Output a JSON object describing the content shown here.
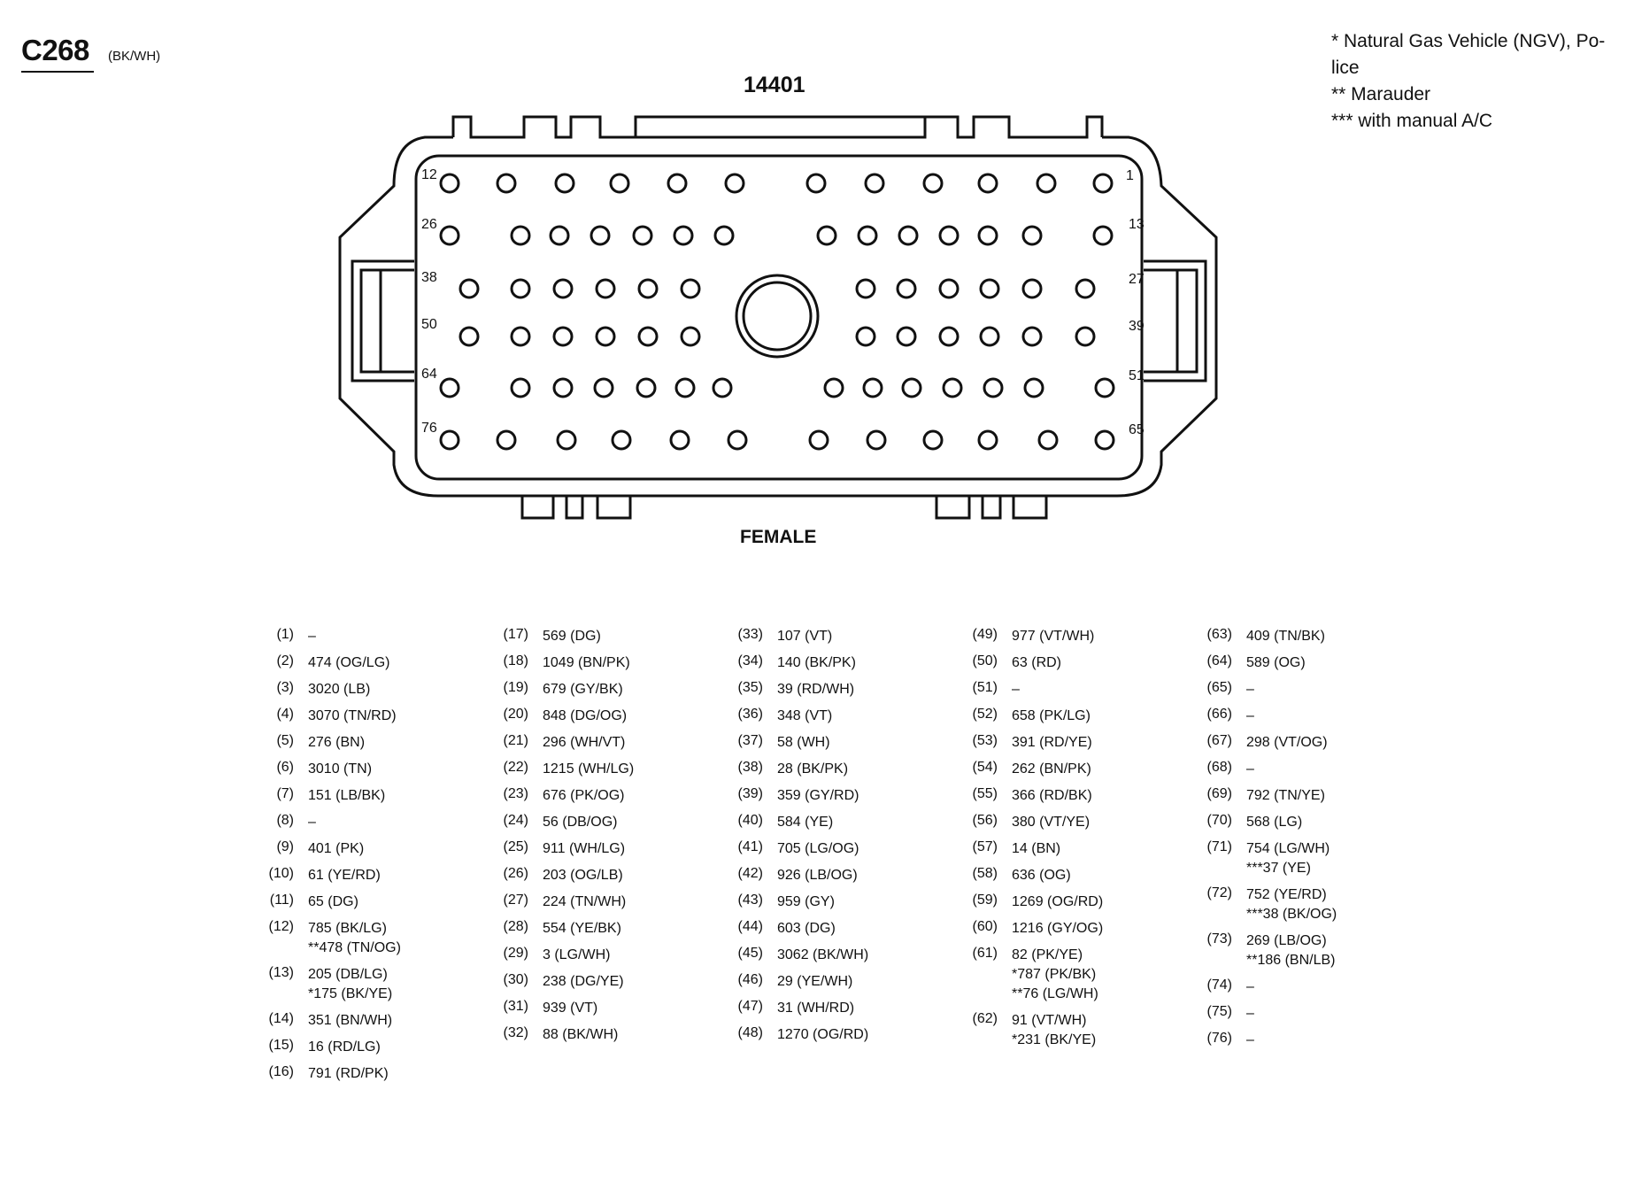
{
  "connector": {
    "id": "C268",
    "color": "(BK/WH)",
    "part_number": "14401",
    "gender": "FEMALE"
  },
  "legend": [
    "* Natural Gas Vehicle (NGV), Po-\nlice",
    "** Marauder",
    "*** with manual A/C"
  ],
  "face_labels": [
    "12",
    "1",
    "26",
    "13",
    "38",
    "27",
    "50",
    "39",
    "64",
    "51",
    "76",
    "65"
  ],
  "pins": [
    {
      "num": "(1)",
      "lines": [
        "–"
      ]
    },
    {
      "num": "(2)",
      "lines": [
        "474 (OG/LG)"
      ]
    },
    {
      "num": "(3)",
      "lines": [
        "3020 (LB)"
      ]
    },
    {
      "num": "(4)",
      "lines": [
        "3070 (TN/RD)"
      ]
    },
    {
      "num": "(5)",
      "lines": [
        "276 (BN)"
      ]
    },
    {
      "num": "(6)",
      "lines": [
        "3010 (TN)"
      ]
    },
    {
      "num": "(7)",
      "lines": [
        "151 (LB/BK)"
      ]
    },
    {
      "num": "(8)",
      "lines": [
        "–"
      ]
    },
    {
      "num": "(9)",
      "lines": [
        "401 (PK)"
      ]
    },
    {
      "num": "(10)",
      "lines": [
        "61 (YE/RD)"
      ]
    },
    {
      "num": "(11)",
      "lines": [
        "65 (DG)"
      ]
    },
    {
      "num": "(12)",
      "lines": [
        "785 (BK/LG)",
        "**478 (TN/OG)"
      ]
    },
    {
      "num": "(13)",
      "lines": [
        "205 (DB/LG)",
        "*175 (BK/YE)"
      ]
    },
    {
      "num": "(14)",
      "lines": [
        "351 (BN/WH)"
      ]
    },
    {
      "num": "(15)",
      "lines": [
        "16 (RD/LG)"
      ]
    },
    {
      "num": "(16)",
      "lines": [
        "791 (RD/PK)"
      ]
    },
    {
      "num": "(17)",
      "lines": [
        "569 (DG)"
      ]
    },
    {
      "num": "(18)",
      "lines": [
        "1049 (BN/PK)"
      ]
    },
    {
      "num": "(19)",
      "lines": [
        "679 (GY/BK)"
      ]
    },
    {
      "num": "(20)",
      "lines": [
        "848 (DG/OG)"
      ]
    },
    {
      "num": "(21)",
      "lines": [
        "296 (WH/VT)"
      ]
    },
    {
      "num": "(22)",
      "lines": [
        "1215 (WH/LG)"
      ]
    },
    {
      "num": "(23)",
      "lines": [
        "676 (PK/OG)"
      ]
    },
    {
      "num": "(24)",
      "lines": [
        "56 (DB/OG)"
      ]
    },
    {
      "num": "(25)",
      "lines": [
        "911 (WH/LG)"
      ]
    },
    {
      "num": "(26)",
      "lines": [
        "203 (OG/LB)"
      ]
    },
    {
      "num": "(27)",
      "lines": [
        "224 (TN/WH)"
      ]
    },
    {
      "num": "(28)",
      "lines": [
        "554 (YE/BK)"
      ]
    },
    {
      "num": "(29)",
      "lines": [
        "3 (LG/WH)"
      ]
    },
    {
      "num": "(30)",
      "lines": [
        "238 (DG/YE)"
      ]
    },
    {
      "num": "(31)",
      "lines": [
        "939 (VT)"
      ]
    },
    {
      "num": "(32)",
      "lines": [
        "88 (BK/WH)"
      ]
    },
    {
      "num": "(33)",
      "lines": [
        "107 (VT)"
      ]
    },
    {
      "num": "(34)",
      "lines": [
        "140 (BK/PK)"
      ]
    },
    {
      "num": "(35)",
      "lines": [
        "39 (RD/WH)"
      ]
    },
    {
      "num": "(36)",
      "lines": [
        "348 (VT)"
      ]
    },
    {
      "num": "(37)",
      "lines": [
        "58 (WH)"
      ]
    },
    {
      "num": "(38)",
      "lines": [
        "28 (BK/PK)"
      ]
    },
    {
      "num": "(39)",
      "lines": [
        "359 (GY/RD)"
      ]
    },
    {
      "num": "(40)",
      "lines": [
        "584 (YE)"
      ]
    },
    {
      "num": "(41)",
      "lines": [
        "705 (LG/OG)"
      ]
    },
    {
      "num": "(42)",
      "lines": [
        "926 (LB/OG)"
      ]
    },
    {
      "num": "(43)",
      "lines": [
        "959 (GY)"
      ]
    },
    {
      "num": "(44)",
      "lines": [
        "603 (DG)"
      ]
    },
    {
      "num": "(45)",
      "lines": [
        "3062 (BK/WH)"
      ]
    },
    {
      "num": "(46)",
      "lines": [
        "29 (YE/WH)"
      ]
    },
    {
      "num": "(47)",
      "lines": [
        "31 (WH/RD)"
      ]
    },
    {
      "num": "(48)",
      "lines": [
        "1270 (OG/RD)"
      ]
    },
    {
      "num": "(49)",
      "lines": [
        "977 (VT/WH)"
      ]
    },
    {
      "num": "(50)",
      "lines": [
        "63 (RD)"
      ]
    },
    {
      "num": "(51)",
      "lines": [
        "–"
      ]
    },
    {
      "num": "(52)",
      "lines": [
        "658 (PK/LG)"
      ]
    },
    {
      "num": "(53)",
      "lines": [
        "391 (RD/YE)"
      ]
    },
    {
      "num": "(54)",
      "lines": [
        "262 (BN/PK)"
      ]
    },
    {
      "num": "(55)",
      "lines": [
        "366 (RD/BK)"
      ]
    },
    {
      "num": "(56)",
      "lines": [
        "380 (VT/YE)"
      ]
    },
    {
      "num": "(57)",
      "lines": [
        "14 (BN)"
      ]
    },
    {
      "num": "(58)",
      "lines": [
        "636 (OG)"
      ]
    },
    {
      "num": "(59)",
      "lines": [
        "1269 (OG/RD)"
      ]
    },
    {
      "num": "(60)",
      "lines": [
        "1216 (GY/OG)"
      ]
    },
    {
      "num": "(61)",
      "lines": [
        "82 (PK/YE)",
        "*787 (PK/BK)",
        "**76 (LG/WH)"
      ]
    },
    {
      "num": "(62)",
      "lines": [
        "91 (VT/WH)",
        "*231 (BK/YE)"
      ]
    },
    {
      "num": "(63)",
      "lines": [
        "409 (TN/BK)"
      ]
    },
    {
      "num": "(64)",
      "lines": [
        "589 (OG)"
      ]
    },
    {
      "num": "(65)",
      "lines": [
        "–"
      ]
    },
    {
      "num": "(66)",
      "lines": [
        "–"
      ]
    },
    {
      "num": "(67)",
      "lines": [
        "298 (VT/OG)"
      ]
    },
    {
      "num": "(68)",
      "lines": [
        "–"
      ]
    },
    {
      "num": "(69)",
      "lines": [
        "792 (TN/YE)"
      ]
    },
    {
      "num": "(70)",
      "lines": [
        "568 (LG)"
      ]
    },
    {
      "num": "(71)",
      "lines": [
        "754 (LG/WH)",
        "***37 (YE)"
      ]
    },
    {
      "num": "(72)",
      "lines": [
        "752 (YE/RD)",
        "***38 (BK/OG)"
      ]
    },
    {
      "num": "(73)",
      "lines": [
        "269 (LB/OG)",
        "**186 (BN/LB)"
      ]
    },
    {
      "num": "(74)",
      "lines": [
        "–"
      ]
    },
    {
      "num": "(75)",
      "lines": [
        "–"
      ]
    },
    {
      "num": "(76)",
      "lines": [
        "–"
      ]
    }
  ]
}
